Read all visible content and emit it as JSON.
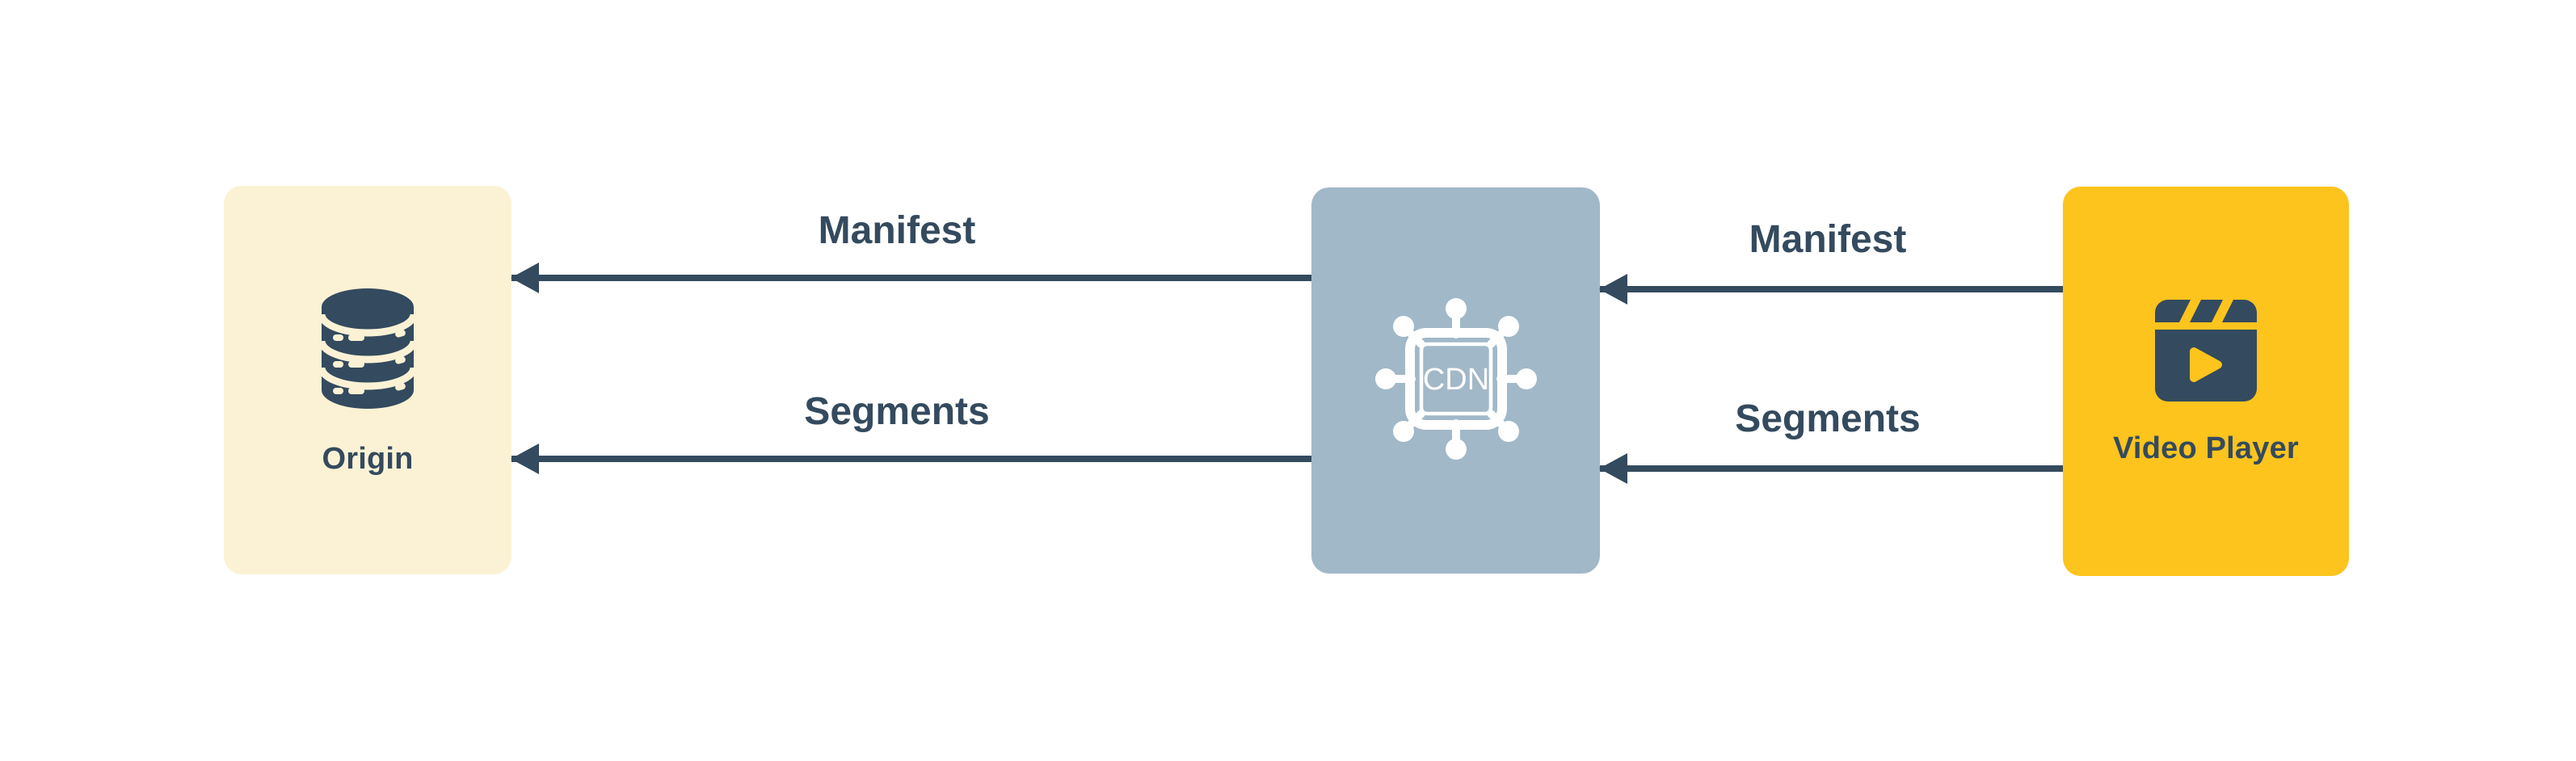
{
  "diagram": {
    "background_color": "#FFFFFF",
    "accent_color": "#344A5E",
    "nodes": [
      {
        "id": "origin",
        "label": "Origin",
        "icon": "database-icon",
        "bg_color": "#FBF2D5"
      },
      {
        "id": "cdn",
        "label": "",
        "icon": "cdn-network-chip-icon",
        "icon_text": "CDN",
        "bg_color": "#A1B8C8"
      },
      {
        "id": "video-player",
        "label": "Video Player",
        "icon": "clapperboard-play-icon",
        "bg_color": "#FCC41D"
      }
    ],
    "edges": [
      {
        "from": "cdn",
        "to": "origin",
        "label": "Manifest",
        "direction": "left"
      },
      {
        "from": "cdn",
        "to": "origin",
        "label": "Segments",
        "direction": "left"
      },
      {
        "from": "video-player",
        "to": "cdn",
        "label": "Manifest",
        "direction": "left"
      },
      {
        "from": "video-player",
        "to": "cdn",
        "label": "Segments",
        "direction": "left"
      }
    ]
  }
}
